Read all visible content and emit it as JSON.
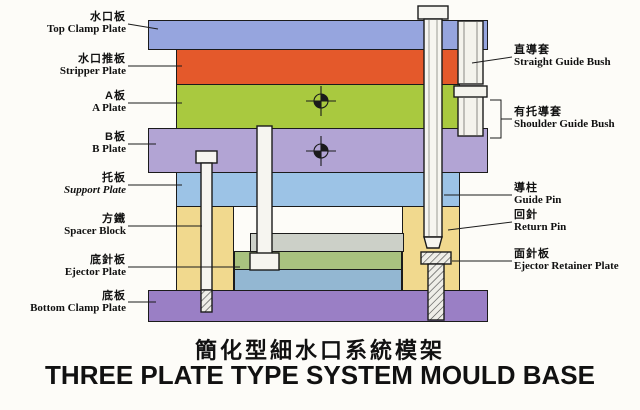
{
  "title": {
    "cn": "簡化型細水口系統模架",
    "en": "THREE PLATE TYPE SYSTEM MOULD BASE"
  },
  "left_labels": [
    {
      "cn": "水口板",
      "en": "Top Clamp Plate"
    },
    {
      "cn": "水口推板",
      "en": "Stripper Plate"
    },
    {
      "cn": "A板",
      "en": "A Plate"
    },
    {
      "cn": "B板",
      "en": "B Plate"
    },
    {
      "cn": "托板",
      "en": "Support Plate"
    },
    {
      "cn": "方鐵",
      "en": "Spacer Block"
    },
    {
      "cn": "底針板",
      "en": "Ejector Plate"
    },
    {
      "cn": "底板",
      "en": "Bottom Clamp Plate"
    }
  ],
  "right_labels": [
    {
      "cn": "直導套",
      "en": "Straight Guide Bush"
    },
    {
      "cn": "有托導套",
      "en": "Shoulder Guide Bush"
    },
    {
      "cn": "導柱",
      "en": "Guide Pin"
    },
    {
      "cn": "回針",
      "en": "Return Pin"
    },
    {
      "cn": "面針板",
      "en": "Ejector Retainer Plate"
    }
  ],
  "colors": {
    "top_clamp_plate": "#96a5de",
    "stripper_plate": "#e4592b",
    "a_plate": "#a9c93f",
    "b_plate": "#b2a4d4",
    "support_plate": "#9cc3e6",
    "spacer_block": "#f1d98e",
    "inner_block": "#ccd0c8",
    "ejector_retainer_plate": "#a9c27f",
    "ejector_plate": "#93b7d2",
    "bottom_clamp_plate": "#9a7fc5",
    "background": "#fdfcf8",
    "line": "#1b1b1b"
  }
}
